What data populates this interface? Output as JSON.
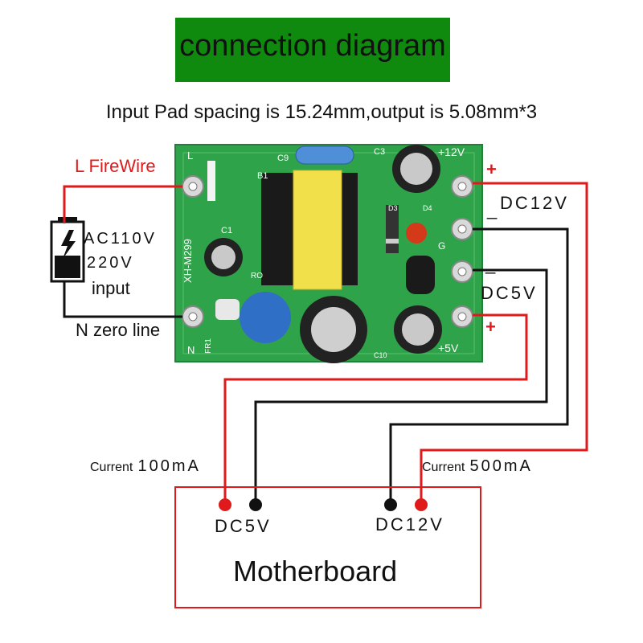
{
  "title": "connection diagram",
  "subtitle": "Input Pad spacing is 15.24mm,output is 5.08mm*3",
  "input": {
    "live_label": "L FireWire",
    "neutral_label": "N zero line",
    "voltage_line1": "AC110V",
    "voltage_line2": "220V",
    "voltage_line3": "input"
  },
  "outputs": {
    "dc12_label": "DC12V",
    "dc5_label": "DC5V",
    "plus_symbol": "+",
    "minus_symbol": "_"
  },
  "motherboard": {
    "title": "Motherboard",
    "left_current_prefix": "Current",
    "left_current_value": "100mA",
    "right_current_prefix": "Current",
    "right_current_value": "500mA",
    "left_terminal_label": "DC5V",
    "right_terminal_label": "DC12V"
  },
  "pcb": {
    "model": "XH-M299",
    "silk_L": "L",
    "silk_N": "N",
    "silk_12v": "+12V",
    "silk_5v": "+5V",
    "silk_C9": "C9",
    "silk_C3": "C3",
    "silk_B1": "B1",
    "silk_C1": "C1",
    "silk_D3": "D3",
    "silk_D4": "D4",
    "silk_FR1": "FR1",
    "silk_RO": "RO",
    "silk_G": "G",
    "silk_C10": "C10"
  },
  "colors": {
    "title_bg": "#0f8a0f",
    "pcb_green": "#2fa34a",
    "wire_red": "#e01a1a",
    "wire_black": "#111111",
    "box_border": "#e01a1a"
  }
}
